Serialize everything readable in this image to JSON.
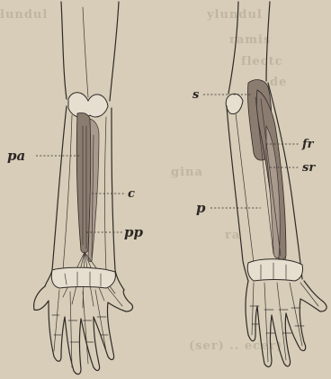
{
  "bleed_text": [
    "ylundul",
    "ramis",
    "flectc",
    "de",
    "gina",
    "ra"
  ],
  "labels": {
    "pa": "pa",
    "c": "c",
    "pp": "pp",
    "s": "s",
    "fr": "fr",
    "sr": "sr",
    "p": "p"
  },
  "colors": {
    "paper": "#d7cdb8",
    "ink": "#2c2724",
    "muscle": "#8b7c70",
    "bone": "#e6dfd0"
  }
}
